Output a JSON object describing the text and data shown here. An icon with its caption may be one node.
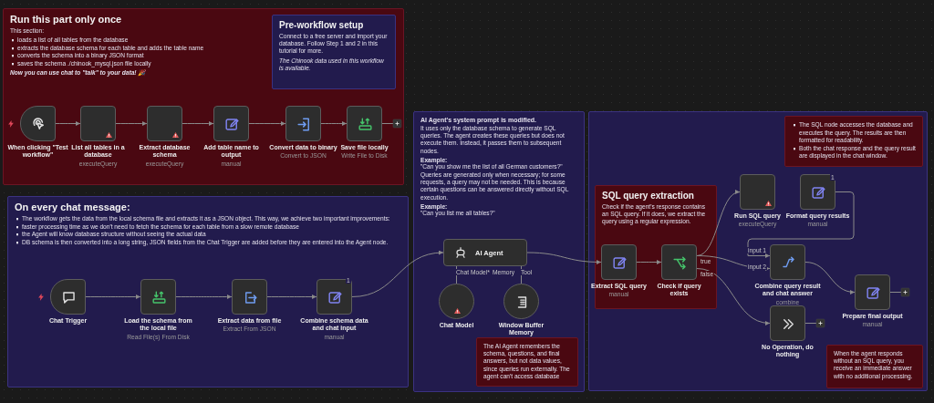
{
  "diagram": {
    "nodes": [
      {
        "text": [
          "Run this part only once",
          "This section:",
          "loads a list of all tables from the database",
          "extracts the database schema for each table and adds the table name",
          "converts the schema into a binary JSON format",
          "saves the schema ./chinook_mysql.json file locally",
          "Now you can use chat to \"talk\" to your data! 🎉"
        ]
      },
      {
        "text": [
          "Pre-workflow setup",
          "Connect to a free server and import your database. Follow Step 1 and 2 in this tutorial for more.",
          "The Chinook data used in this workflow is available."
        ],
        "in": 0
      },
      {
        "text": [
          "When clicking \"Test workflow\""
        ],
        "in": 0
      },
      {
        "text": [
          "List all tables in a database",
          "executeQuery"
        ],
        "in": 0
      },
      {
        "text": [
          "Extract database schema",
          "executeQuery"
        ],
        "in": 0
      },
      {
        "text": [
          "Add table name to output",
          "manual"
        ],
        "in": 0
      },
      {
        "text": [
          "Convert data to binary",
          "Convert to JSON"
        ],
        "in": 0
      },
      {
        "text": [
          "Save file locally",
          "Write File to Disk"
        ],
        "in": 0
      },
      {
        "text": [
          "On every chat message:",
          "The workflow gets the data from the local schema file and extracts it as a JSON object. This way, we achieve two important improvements:",
          "faster processing time as we don't need to fetch the schema for each table from a slow remote database",
          "the Agent will know database structure without seeing the actual data",
          "DB schema is then converted into a long string, JSON fields from the Chat Trigger are added before they are entered into the Agent node."
        ]
      },
      {
        "text": [
          "Chat Trigger"
        ],
        "in": 8
      },
      {
        "text": [
          "Load the schema from the local file",
          "Read File(s) From Disk"
        ],
        "in": 8
      },
      {
        "text": [
          "Extract data from file",
          "Extract From JSON"
        ],
        "in": 8
      },
      {
        "text": [
          "Combine schema data and chat input",
          "manual"
        ],
        "in": 8
      },
      {
        "text": [
          "AI Agent's system prompt is modified.",
          "It uses only the database schema to generate SQL queries. The agent creates these queries but does not execute them. Instead, it passes them to subsequent nodes.",
          "Example:",
          "\"Can you show me the list of all German customers?\"",
          "Queries are generated only when necessary; for some requests, a query may not be needed. This is because certain questions can be answered directly without SQL execution.",
          "Example:",
          "\"Can you list me all tables?\""
        ]
      },
      {
        "text": [
          "AI Agent"
        ],
        "in": 13
      },
      {
        "text": [
          "Chat Model"
        ],
        "in": 13
      },
      {
        "text": [
          "Window Buffer Memory"
        ],
        "in": 13
      },
      {
        "text": [
          "The AI Agent remembers the schema, questions, and final answers, but not data values, since queries run externally. The agent can't access database"
        ],
        "in": 13
      },
      {
        "text": [],
        "shape": "box"
      },
      {
        "text": [
          "The SQL node accesses the database and executes the query. The results are then formatted for readability.",
          "Both the chat response and the query result are displayed in the chat window."
        ],
        "in": 18
      },
      {
        "text": [
          "SQL query extraction",
          "Check if the agent's response contains an SQL query. If it does, we extract the query using a regular expression."
        ],
        "in": 18
      },
      {
        "text": [
          "Extract SQL query",
          "manual"
        ],
        "in": 20
      },
      {
        "text": [
          "Check if query exists"
        ],
        "in": 20
      },
      {
        "text": [
          "Run SQL query",
          "executeQuery"
        ],
        "in": 18
      },
      {
        "text": [
          "Format query results",
          "manual"
        ],
        "in": 18
      },
      {
        "text": [
          "Combine query result and chat answer",
          "combine"
        ],
        "in": 18
      },
      {
        "text": [
          "Prepare final output",
          "manual"
        ],
        "in": 18
      },
      {
        "text": [
          "No Operation, do nothing"
        ],
        "in": 18
      },
      {
        "text": [
          "When the agent responds without an SQL query, you receive an immediate answer with no additional processing."
        ],
        "in": 18
      }
    ],
    "edges": [
      {
        "from": 2,
        "to": 3,
        "arrow": "to"
      },
      {
        "from": 3,
        "to": 4,
        "arrow": "to"
      },
      {
        "from": 4,
        "to": 5,
        "arrow": "to"
      },
      {
        "from": 5,
        "to": 6,
        "arrow": "to"
      },
      {
        "from": 6,
        "to": 7,
        "arrow": "to"
      },
      {
        "from": 7,
        "to": null,
        "arrow": "none"
      },
      {
        "from": 9,
        "to": 10,
        "arrow": "to"
      },
      {
        "from": 10,
        "to": 11,
        "arrow": "to"
      },
      {
        "from": 11,
        "to": 12,
        "arrow": "to"
      },
      {
        "from": 12,
        "to": 14,
        "arrow": "to"
      },
      {
        "from": 15,
        "to": 14,
        "arrow": "none"
      },
      {
        "from": 16,
        "to": 14,
        "arrow": "none"
      },
      {
        "from": 14,
        "to": 21,
        "arrow": "to"
      },
      {
        "from": 21,
        "to": 22,
        "arrow": "to"
      },
      {
        "from": 22,
        "to": 23,
        "arrow": "to"
      },
      {
        "from": 22,
        "to": 25,
        "arrow": "to"
      },
      {
        "from": 24,
        "to": 25,
        "arrow": "to"
      },
      {
        "from": 22,
        "to": 27,
        "arrow": "to"
      },
      {
        "from": 25,
        "to": 26,
        "arrow": "to"
      },
      {
        "from": 26,
        "to": null,
        "arrow": "none"
      },
      {
        "from": 27,
        "to": null,
        "arrow": "none"
      }
    ],
    "labels": [
      "1",
      "Chat Model*",
      "Memory",
      "Tool",
      "1",
      "true",
      "false",
      "input 1",
      "input 2"
    ]
  }
}
